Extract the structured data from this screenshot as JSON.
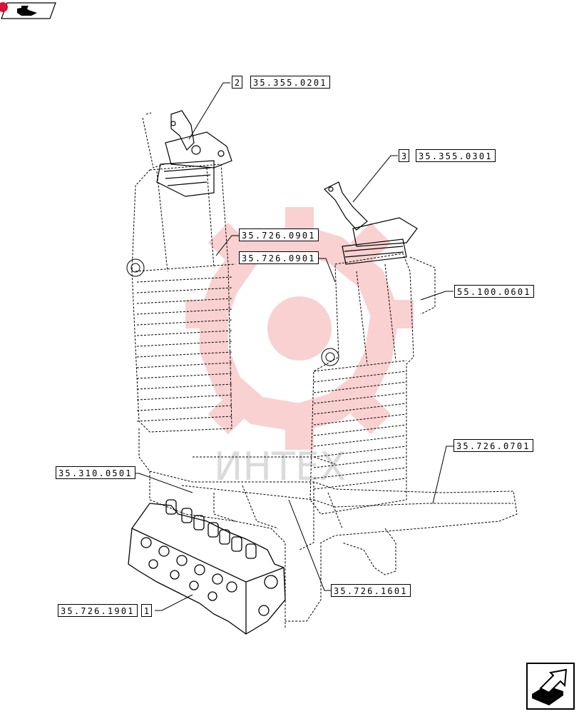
{
  "colors": {
    "line": "#000000",
    "watermark": "#e8342c",
    "nav_badge": "#d4143a"
  },
  "watermark": {
    "text": "ИНТЕХ"
  },
  "callouts": {
    "c1": {
      "ref": "35.355.0201",
      "index": "2"
    },
    "c2": {
      "ref": "35.355.0301",
      "index": "3"
    },
    "c3": {
      "ref": "35.726.0901"
    },
    "c4": {
      "ref": "35.726.0901"
    },
    "c5": {
      "ref": "55.100.0601"
    },
    "c6": {
      "ref": "35.726.0701"
    },
    "c7": {
      "ref": "35.310.0501"
    },
    "c8": {
      "ref": "35.726.1601"
    },
    "c9": {
      "ref": "35.726.1901",
      "index": "1"
    }
  },
  "icons": {
    "nav": "back-to-catalog-icon",
    "next": "next-page-arrow-icon"
  }
}
